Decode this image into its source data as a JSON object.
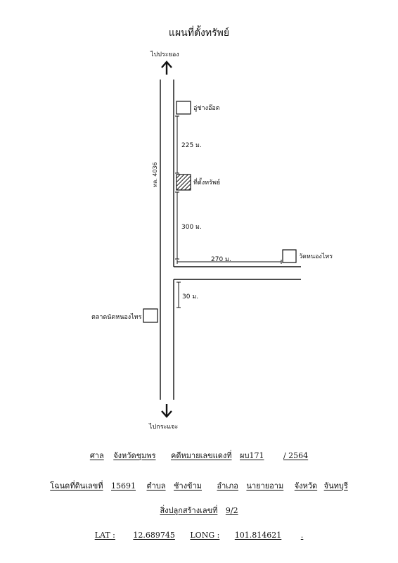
{
  "title": "แผนที่ตั้งทรัพย์",
  "directions": {
    "north": "ไปประยอง",
    "south": "ไปกระแจะ"
  },
  "road_label": "ทล. 4036",
  "landmarks": {
    "garage": "อู่ช่างอ๊อด",
    "property": "ที่ตั้งทรัพย์",
    "temple": "วัดหนองไทร",
    "market": "ตลาดนัดหนองไทร"
  },
  "distances": {
    "garage_to_property": "225 ม.",
    "property_to_junction": "300 ม.",
    "junction_to_temple": "270 ม.",
    "junction_to_market": "30 ม."
  },
  "footer": {
    "line1": {
      "court_label": "ศาล",
      "court_value": "จังหวัดชุมพร",
      "case_label": "คดีหมายเลขแดงที่",
      "case_no": "ผบ171",
      "case_year": "/ 2564"
    },
    "line2": {
      "deed_label": "โฉนดที่ดินเลขที่",
      "deed_no": "15691",
      "tambon_label": "ตำบล",
      "tambon": "ช้างข้าม",
      "amphoe_label": "อำเภอ",
      "amphoe": "นายายอาม",
      "province_label": "จังหวัด",
      "province": "จันทบุรี"
    },
    "line3": {
      "building_label": "สิ่งปลูกสร้างเลขที่",
      "building_no": "9/2"
    },
    "line4": {
      "lat_label": "LAT :",
      "lat": "12.689745",
      "long_label": "LONG :",
      "long": "101.814621",
      "end": "."
    }
  }
}
